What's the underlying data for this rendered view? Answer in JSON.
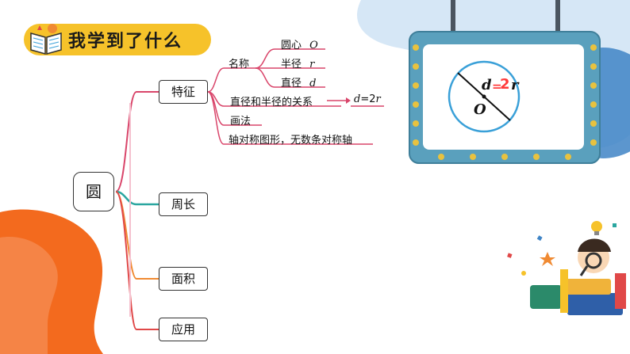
{
  "title": "我学到了什么",
  "mindmap": {
    "root": "圆",
    "branches": [
      "特征",
      "周长",
      "面积",
      "应用"
    ],
    "feature_children": {
      "name_label": "名称",
      "names": [
        {
          "label": "圆心",
          "symbol": "O"
        },
        {
          "label": "半径",
          "symbol": "r"
        },
        {
          "label": "直径",
          "symbol": "d"
        }
      ],
      "relation_label": "直径和半径的关系",
      "relation_formula": {
        "lhs": "d",
        "eq": "=",
        "coef": "2",
        "var": "r"
      },
      "drawing_label": "画法",
      "symmetry_label": "轴对称图形，无数条对称轴"
    }
  },
  "board": {
    "d_label": "d",
    "eq": "=",
    "coef": "2",
    "r_label": "r",
    "center_label": "O"
  },
  "colors": {
    "banner": "#f6c22a",
    "board_frame": "#5aa0bd",
    "board_bulb": "#e8c23f",
    "branch_pink": "#d9456a",
    "branch_teal": "#2aa6a0",
    "branch_orange": "#f08a32",
    "branch_red": "#e04848",
    "circle_blue": "#3aa0d8",
    "formula_red": "#ff3a3a",
    "accent_orange": "#f36a1e",
    "deco_blue": "#d6e7f6"
  }
}
